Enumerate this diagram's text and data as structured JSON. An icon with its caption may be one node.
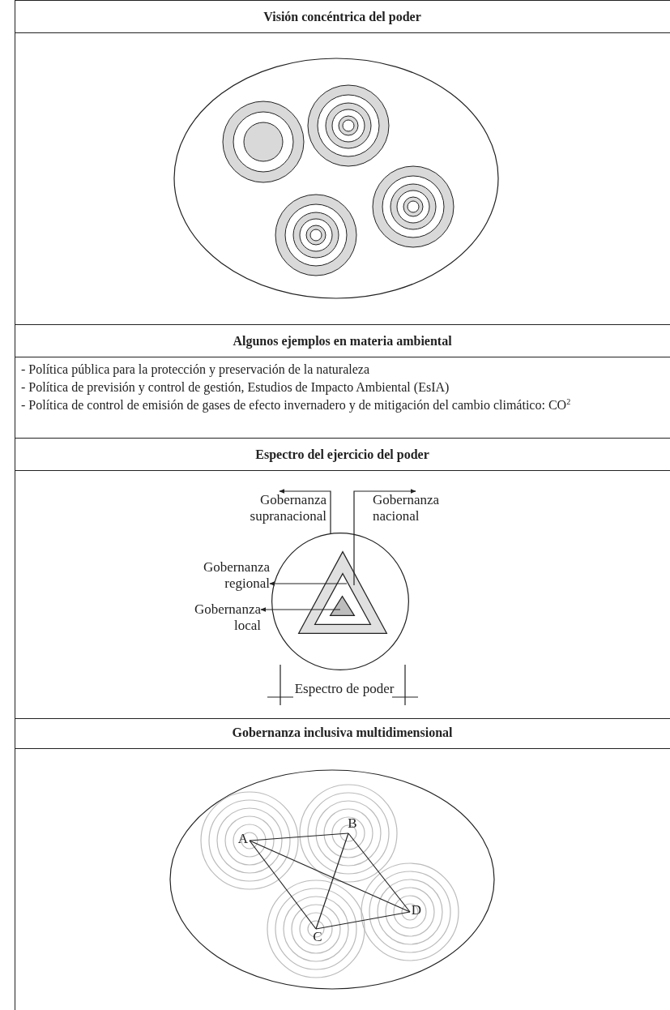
{
  "diagram": {
    "nodes": [
      {
        "text": [
          "Gobernanza supranacional"
        ]
      },
      {
        "text": [
          "Gobernanza nacional"
        ]
      },
      {
        "text": [
          "Gobernanza regional"
        ]
      },
      {
        "text": [],
        "shape": "circle"
      },
      {
        "text": [],
        "shape": "triangle",
        "in": 3
      },
      {
        "text": [],
        "shape": "triangle",
        "in": 4
      },
      {
        "text": [],
        "shape": "triangle",
        "in": 5
      },
      {
        "text": [
          "Gobernanza local"
        ]
      },
      {
        "text": [
          "A"
        ]
      },
      {
        "text": [
          "B"
        ]
      },
      {
        "text": [
          "C"
        ]
      },
      {
        "text": [
          "D"
        ]
      }
    ],
    "edges": [
      {
        "from": 3,
        "to": 0,
        "arrow": "to"
      },
      {
        "from": 4,
        "to": 1,
        "arrow": "to"
      },
      {
        "from": 5,
        "to": 2,
        "arrow": "to"
      },
      {
        "from": 6,
        "to": 7,
        "arrow": "to"
      },
      {
        "from": 8,
        "to": 9,
        "arrow": "none"
      },
      {
        "from": 8,
        "to": 10,
        "arrow": "none"
      },
      {
        "from": 8,
        "to": 11,
        "arrow": "none"
      },
      {
        "from": 9,
        "to": 10,
        "arrow": "none"
      },
      {
        "from": 9,
        "to": 11,
        "arrow": "none"
      },
      {
        "from": 10,
        "to": 11,
        "arrow": "none"
      }
    ],
    "labels": [
      "Visión concéntrica del poder",
      "Algunos ejemplos en materia ambiental",
      "- Política pública para la protección y preservación de la naturaleza",
      "- Política de previsión y control de gestión, Estudios de Impacto Ambiental (EsIA)",
      "- Política de control de emisión de gases de efecto invernadero y de mitigación del cambio climático: CO$^{2}$",
      "Espectro del ejercicio del poder",
      "Espectro de poder",
      "Gobernanza inclusiva multidimensional"
    ]
  }
}
